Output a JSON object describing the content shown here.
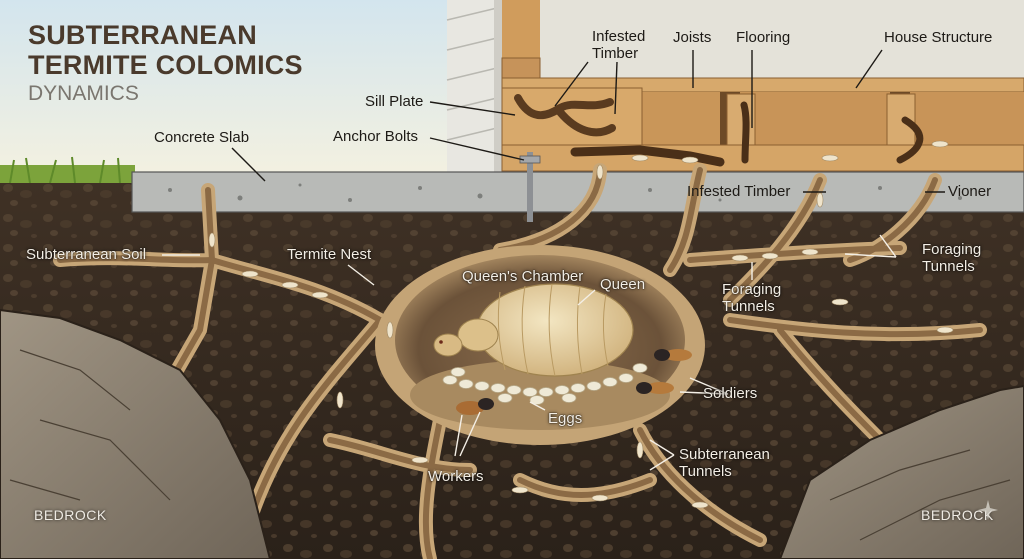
{
  "title": {
    "line1": "SUBTERRANEAN",
    "line2": "TERMITE COLOMICS",
    "line3": "DYNAMICS"
  },
  "labels": {
    "infested_timber_top": [
      "Infested",
      "Timber"
    ],
    "joists": "Joists",
    "flooring": "Flooring",
    "house_structure": "House Structure",
    "sill_plate": "Sill Plate",
    "anchor_bolts": "Anchor Bolts",
    "concrete_slab": "Concrete Slab",
    "infested_timber_slab": "Infested Timber",
    "vioner": "Vioner",
    "subterranean_soil": "Subterranean Soil",
    "termite_nest": "Termite Nest",
    "queens_chamber": "Queen's Chamber",
    "queen": "Queen",
    "foraging_tunnels_center": [
      "Foraging",
      "Tunnels"
    ],
    "foraging_tunnels_right": [
      "Foraging",
      "Tunnels"
    ],
    "soldiers": "Soldiers",
    "eggs": "Eggs",
    "workers": "Workers",
    "subterranean_tunnels": [
      "Subterranean",
      "Tunnels"
    ],
    "bedrock_left": "BEDROCK",
    "bedrock_right": "BEDROCK"
  },
  "colors": {
    "sky_top": "#d6e6ee",
    "sky_bottom": "#f3f0df",
    "siding": "#e9e8e2",
    "wood": "#d6a86a",
    "wood_dark": "#a7743c",
    "concrete": "#b9bbb8",
    "soil": "#3b2e22",
    "tunnel": "#b39064",
    "tunnel_inner": "#8c6a44",
    "bedrock": "#8d8172",
    "grass": "#7ca33b",
    "queen": "#e6cf9b",
    "egg": "#efe9d6"
  }
}
